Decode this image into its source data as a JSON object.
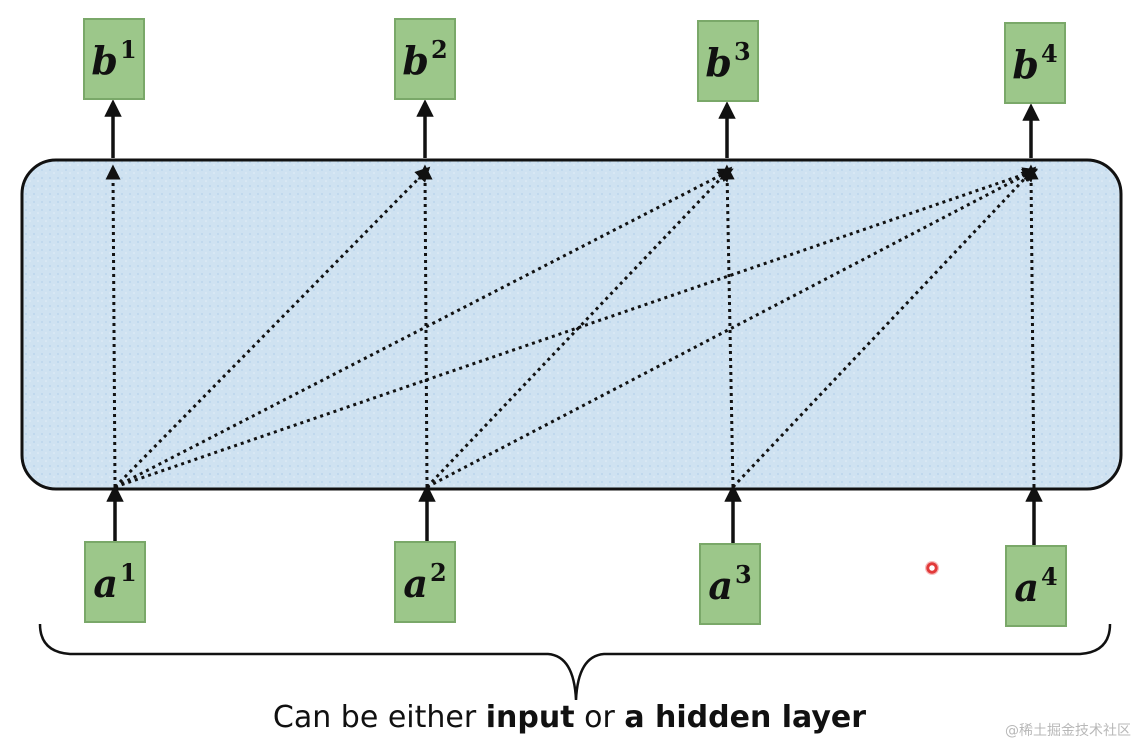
{
  "outputs": [
    {
      "base": "b",
      "sup": "1"
    },
    {
      "base": "b",
      "sup": "2"
    },
    {
      "base": "b",
      "sup": "3"
    },
    {
      "base": "b",
      "sup": "4"
    }
  ],
  "inputs": [
    {
      "base": "a",
      "sup": "1"
    },
    {
      "base": "a",
      "sup": "2"
    },
    {
      "base": "a",
      "sup": "3"
    },
    {
      "base": "a",
      "sup": "4"
    }
  ],
  "caption": {
    "prefix": "Can be either ",
    "bold1": "input",
    "middle": " or ",
    "bold2": "a hidden layer"
  },
  "watermark": "@稀土掘金技术社区",
  "colors": {
    "box_fill": "#9cc78a",
    "box_border": "#7aa869",
    "panel_fill": "#cfe2f1",
    "line": "#111111"
  },
  "connections": [
    [
      0,
      0
    ],
    [
      0,
      1
    ],
    [
      0,
      2
    ],
    [
      0,
      3
    ],
    [
      1,
      1
    ],
    [
      1,
      2
    ],
    [
      1,
      3
    ],
    [
      2,
      2
    ],
    [
      2,
      3
    ],
    [
      3,
      3
    ]
  ]
}
